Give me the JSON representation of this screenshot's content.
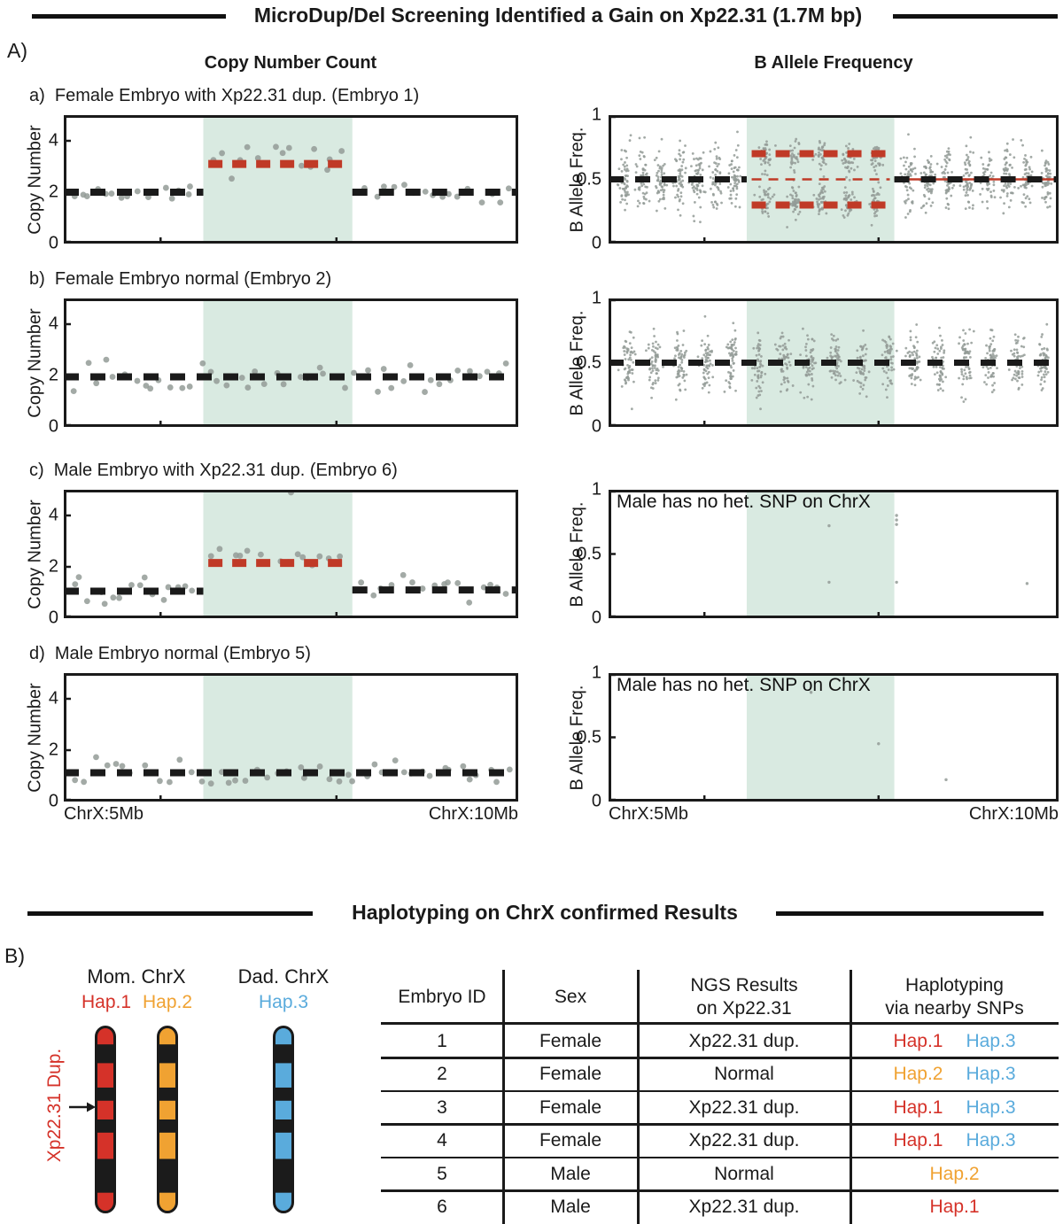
{
  "palette": {
    "region_green": "#d9eae1",
    "line_red": "#c03a27",
    "hap1_red": "#d53229",
    "hap2_orange": "#f0a232",
    "hap3_blue": "#5aabdc",
    "point_gray": "#939b97",
    "ink": "#1a1a1a"
  },
  "header": {
    "title": "MicroDup/Del Screening Identified a Gain on Xp22.31 (1.7M bp)"
  },
  "panelA": {
    "label": "A)",
    "col_titles": [
      "Copy Number Count",
      "B Allele Frequency"
    ],
    "cn_axis": {
      "label": "Copy Number",
      "ticks": [
        0,
        2,
        4
      ],
      "max": 5
    },
    "baf_axis": {
      "label": "B Allele Freq.",
      "ticks": [
        0,
        0.5,
        1
      ],
      "max": 1
    },
    "x_axis": {
      "left_label": "ChrX:5Mb",
      "right_label": "ChrX:10Mb",
      "tick_fracs": [
        0.213,
        0.6
      ]
    },
    "no_snp_text": "Male has no het. SNP on ChrX",
    "rows": [
      {
        "key": "a",
        "prefix": "a)",
        "title": "Female Embryo with Xp22.31 dup. (Embryo 1)"
      },
      {
        "key": "b",
        "prefix": "b)",
        "title": "Female Embryo normal (Embryo 2)"
      },
      {
        "key": "c",
        "prefix": "c)",
        "title": "Male Embryo with Xp22.31 dup. (Embryo 6)"
      },
      {
        "key": "d",
        "prefix": "d)",
        "title": "Male Embryo normal (Embryo 5)"
      }
    ]
  },
  "chart_data": {
    "type": "scatter",
    "x_axis_range": [
      "ChrX:5Mb",
      "ChrX:10Mb"
    ],
    "highlight_region_frac": [
      0.307,
      0.635
    ],
    "rows": [
      {
        "row": "a",
        "cn": {
          "ylim": [
            0,
            5
          ],
          "seed": 11,
          "segments": [
            {
              "x0": 0.015,
              "x1": 0.295,
              "n": 16,
              "mean": 2.0,
              "sd": 0.18,
              "clip": [
                1.55,
                2.45
              ]
            },
            {
              "x0": 0.32,
              "x1": 0.62,
              "n": 16,
              "mean": 3.3,
              "sd": 0.33,
              "clip": [
                2.4,
                3.92
              ]
            },
            {
              "x0": 0.65,
              "x1": 0.99,
              "n": 16,
              "mean": 2.0,
              "sd": 0.22,
              "clip": [
                1.6,
                2.8
              ]
            }
          ],
          "lines": [
            {
              "type": "black_dash",
              "y": 2.0,
              "x0": 0.0,
              "x1": 0.307
            },
            {
              "type": "red_dash",
              "y": 3.1,
              "x0": 0.318,
              "x1": 0.625
            },
            {
              "type": "black_dash",
              "y": 2.0,
              "x0": 0.635,
              "x1": 1.0
            }
          ]
        },
        "baf": {
          "ylim": [
            0,
            1
          ],
          "seed": 21,
          "stripes": [
            {
              "x0": 0.015,
              "x1": 0.3,
              "count": 7,
              "per": 55,
              "bands": [
                {
                  "mean": 0.5,
                  "sd": 0.13
                }
              ],
              "clip": [
                0.13,
                0.87
              ]
            },
            {
              "x0": 0.32,
              "x1": 0.625,
              "count": 5,
              "per": 76,
              "bands": [
                {
                  "mean": 0.675,
                  "sd": 0.062
                },
                {
                  "mean": 0.325,
                  "sd": 0.062
                }
              ],
              "clip": [
                0.07,
                0.93
              ]
            },
            {
              "x0": 0.645,
              "x1": 0.995,
              "count": 8,
              "per": 55,
              "bands": [
                {
                  "mean": 0.5,
                  "sd": 0.11
                }
              ],
              "clip": [
                0.15,
                0.85
              ]
            }
          ],
          "lines": [
            {
              "type": "black_dash",
              "y": 0.5,
              "x0": 0.0,
              "x1": 0.307
            },
            {
              "type": "red_dash",
              "y": 0.7,
              "x0": 0.318,
              "x1": 0.625
            },
            {
              "type": "red_dash",
              "y": 0.3,
              "x0": 0.318,
              "x1": 0.625
            },
            {
              "type": "red_thin_dash",
              "y": 0.5,
              "x0": 0.318,
              "x1": 0.625
            },
            {
              "type": "red_thin_solid",
              "y": 0.5,
              "x0": 0.635,
              "x1": 1.0
            },
            {
              "type": "black_dash",
              "y": 0.5,
              "x0": 0.635,
              "x1": 1.0
            }
          ]
        }
      },
      {
        "row": "b",
        "cn": {
          "ylim": [
            0,
            5
          ],
          "seed": 12,
          "segments": [
            {
              "x0": 0.015,
              "x1": 0.99,
              "n": 46,
              "mean": 1.95,
              "sd": 0.28,
              "clip": [
                1.25,
                2.85
              ]
            }
          ],
          "lines": [
            {
              "type": "black_dash",
              "y": 1.95,
              "x0": 0.0,
              "x1": 1.0
            }
          ]
        },
        "baf": {
          "ylim": [
            0,
            1
          ],
          "seed": 22,
          "stripes": [
            {
              "x0": 0.015,
              "x1": 0.995,
              "count": 17,
              "per": 58,
              "bands": [
                {
                  "mean": 0.5,
                  "sd": 0.115
                }
              ],
              "clip": [
                0.14,
                0.86
              ]
            }
          ],
          "lines": [
            {
              "type": "black_dash",
              "y": 0.5,
              "x0": 0.0,
              "x1": 1.0
            }
          ]
        }
      },
      {
        "row": "c",
        "cn": {
          "ylim": [
            0,
            5
          ],
          "seed": 13,
          "segments": [
            {
              "x0": 0.015,
              "x1": 0.295,
              "n": 16,
              "mean": 1.0,
              "sd": 0.25,
              "clip": [
                0.5,
                1.6
              ]
            },
            {
              "x0": 0.32,
              "x1": 0.62,
              "n": 15,
              "mean": 2.3,
              "sd": 0.3,
              "clip": [
                1.5,
                3.15
              ]
            },
            {
              "x0": 0.65,
              "x1": 0.99,
              "n": 16,
              "mean": 1.15,
              "sd": 0.25,
              "clip": [
                0.6,
                1.85
              ]
            }
          ],
          "extra_points": [
            [
              0.5,
              4.95
            ]
          ],
          "lines": [
            {
              "type": "black_dash",
              "y": 1.05,
              "x0": 0.0,
              "x1": 0.307
            },
            {
              "type": "red_dash",
              "y": 2.15,
              "x0": 0.318,
              "x1": 0.625
            },
            {
              "type": "black_dash",
              "y": 1.1,
              "x0": 0.635,
              "x1": 1.0
            }
          ]
        },
        "baf": {
          "ylim": [
            0,
            1
          ],
          "seed": 23,
          "overlay_text": true,
          "points": [
            [
              0.49,
              0.72
            ],
            [
              0.49,
              0.28
            ],
            [
              0.64,
              0.8
            ],
            [
              0.64,
              0.765
            ],
            [
              0.64,
              0.73
            ],
            [
              0.64,
              0.28
            ],
            [
              0.93,
              0.27
            ]
          ],
          "lines": []
        }
      },
      {
        "row": "d",
        "cn": {
          "ylim": [
            0,
            5
          ],
          "seed": 14,
          "segments": [
            {
              "x0": 0.015,
              "x1": 0.99,
              "n": 46,
              "mean": 1.12,
              "sd": 0.22,
              "clip": [
                0.7,
                1.9
              ]
            }
          ],
          "lines": [
            {
              "type": "black_dash",
              "y": 1.12,
              "x0": 0.0,
              "x1": 1.0
            }
          ]
        },
        "baf": {
          "ylim": [
            0,
            1
          ],
          "seed": 24,
          "overlay_text": true,
          "points": [
            [
              0.45,
              0.85
            ],
            [
              0.6,
              0.45
            ],
            [
              0.75,
              0.17
            ]
          ],
          "lines": []
        }
      }
    ]
  },
  "section2": {
    "title": "Haplotyping on ChrX confirmed Results"
  },
  "panelB": {
    "label": "B)",
    "mom_label": "Mom. ChrX",
    "dad_label": "Dad. ChrX",
    "dup_label": "Xp22.31 Dup.",
    "haplotypes": [
      {
        "name": "Hap.1",
        "color_key": "hap1_red"
      },
      {
        "name": "Hap.2",
        "color_key": "hap2_orange"
      },
      {
        "name": "Hap.3",
        "color_key": "hap3_blue"
      }
    ],
    "band_fracs": [
      0.1,
      0.1,
      0.13,
      0.07,
      0.1,
      0.07,
      0.14,
      0.18,
      0.11
    ]
  },
  "table": {
    "headers": [
      [
        "Embryo ID"
      ],
      [
        "Sex"
      ],
      [
        "NGS Results",
        "on Xp22.31"
      ],
      [
        "Haplotyping",
        "via nearby SNPs"
      ]
    ],
    "rows": [
      {
        "id": "1",
        "sex": "Female",
        "ngs": "Xp22.31 dup.",
        "haps": [
          "Hap.1",
          "Hap.3"
        ]
      },
      {
        "id": "2",
        "sex": "Female",
        "ngs": "Normal",
        "haps": [
          "Hap.2",
          "Hap.3"
        ]
      },
      {
        "id": "3",
        "sex": "Female",
        "ngs": "Xp22.31 dup.",
        "haps": [
          "Hap.1",
          "Hap.3"
        ]
      },
      {
        "id": "4",
        "sex": "Female",
        "ngs": "Xp22.31 dup.",
        "haps": [
          "Hap.1",
          "Hap.3"
        ]
      },
      {
        "id": "5",
        "sex": "Male",
        "ngs": "Normal",
        "haps": [
          "Hap.2"
        ]
      },
      {
        "id": "6",
        "sex": "Male",
        "ngs": "Xp22.31 dup.",
        "haps": [
          "Hap.1"
        ]
      }
    ]
  }
}
